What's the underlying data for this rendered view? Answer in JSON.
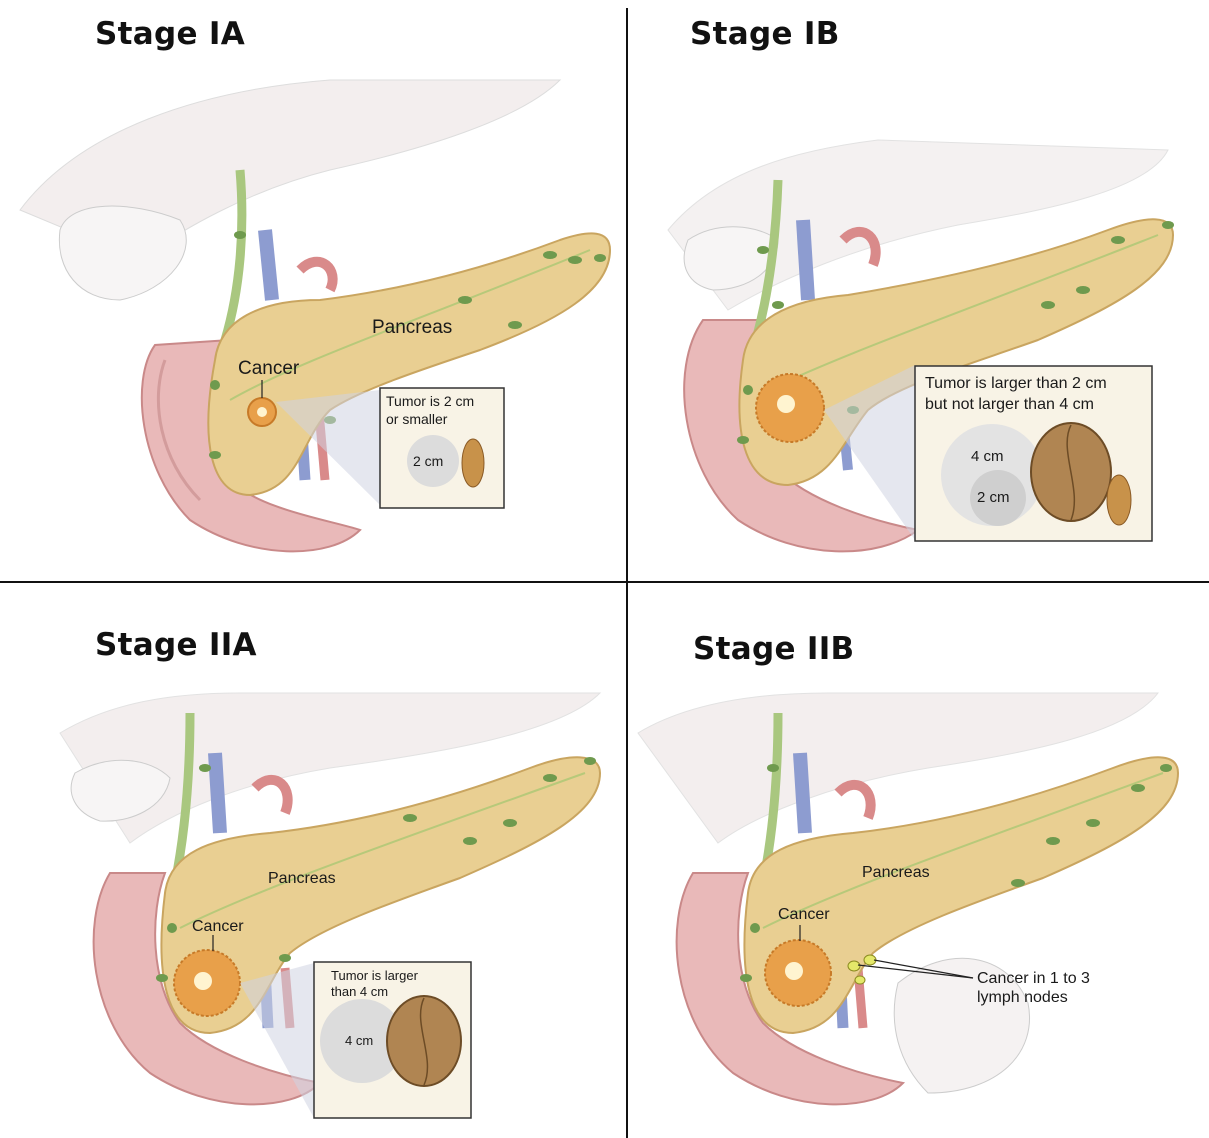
{
  "panels": [
    {
      "title": "Stage IA",
      "organ_label": "Pancreas",
      "cancer_label": "Cancer",
      "inset_text_line1": "Tumor is 2 cm",
      "inset_text_line2": "or smaller",
      "size_labels": [
        "2 cm"
      ],
      "comparison_objects": [
        "peanut"
      ]
    },
    {
      "title": "Stage IB",
      "organ_label": "",
      "cancer_label": "",
      "inset_text_line1": "Tumor is larger than 2 cm",
      "inset_text_line2": "but not larger than 4 cm",
      "size_labels": [
        "4 cm",
        "2 cm"
      ],
      "comparison_objects": [
        "walnut",
        "peanut"
      ]
    },
    {
      "title": "Stage IIA",
      "organ_label": "Pancreas",
      "cancer_label": "Cancer",
      "inset_text_line1": "Tumor is larger",
      "inset_text_line2": "than 4 cm",
      "size_labels": [
        "4 cm"
      ],
      "comparison_objects": [
        "walnut"
      ]
    },
    {
      "title": "Stage IIB",
      "organ_label": "Pancreas",
      "cancer_label": "Cancer",
      "lymph_label_line1": "Cancer in 1 to 3",
      "lymph_label_line2": "lymph nodes"
    }
  ],
  "colors": {
    "pancreas": "#e9cf92",
    "pancreas_edge": "#c9a560",
    "tumor": "#e8a04a",
    "duodenum": "#e9b9b9",
    "vein": "#8d9cd0",
    "artery": "#d98a8a",
    "bile_duct": "#a9c77f",
    "lymph_node": "#6f9a4e",
    "inset_bg": "#f8f3e6",
    "size_circle": "#dcdcdc"
  }
}
